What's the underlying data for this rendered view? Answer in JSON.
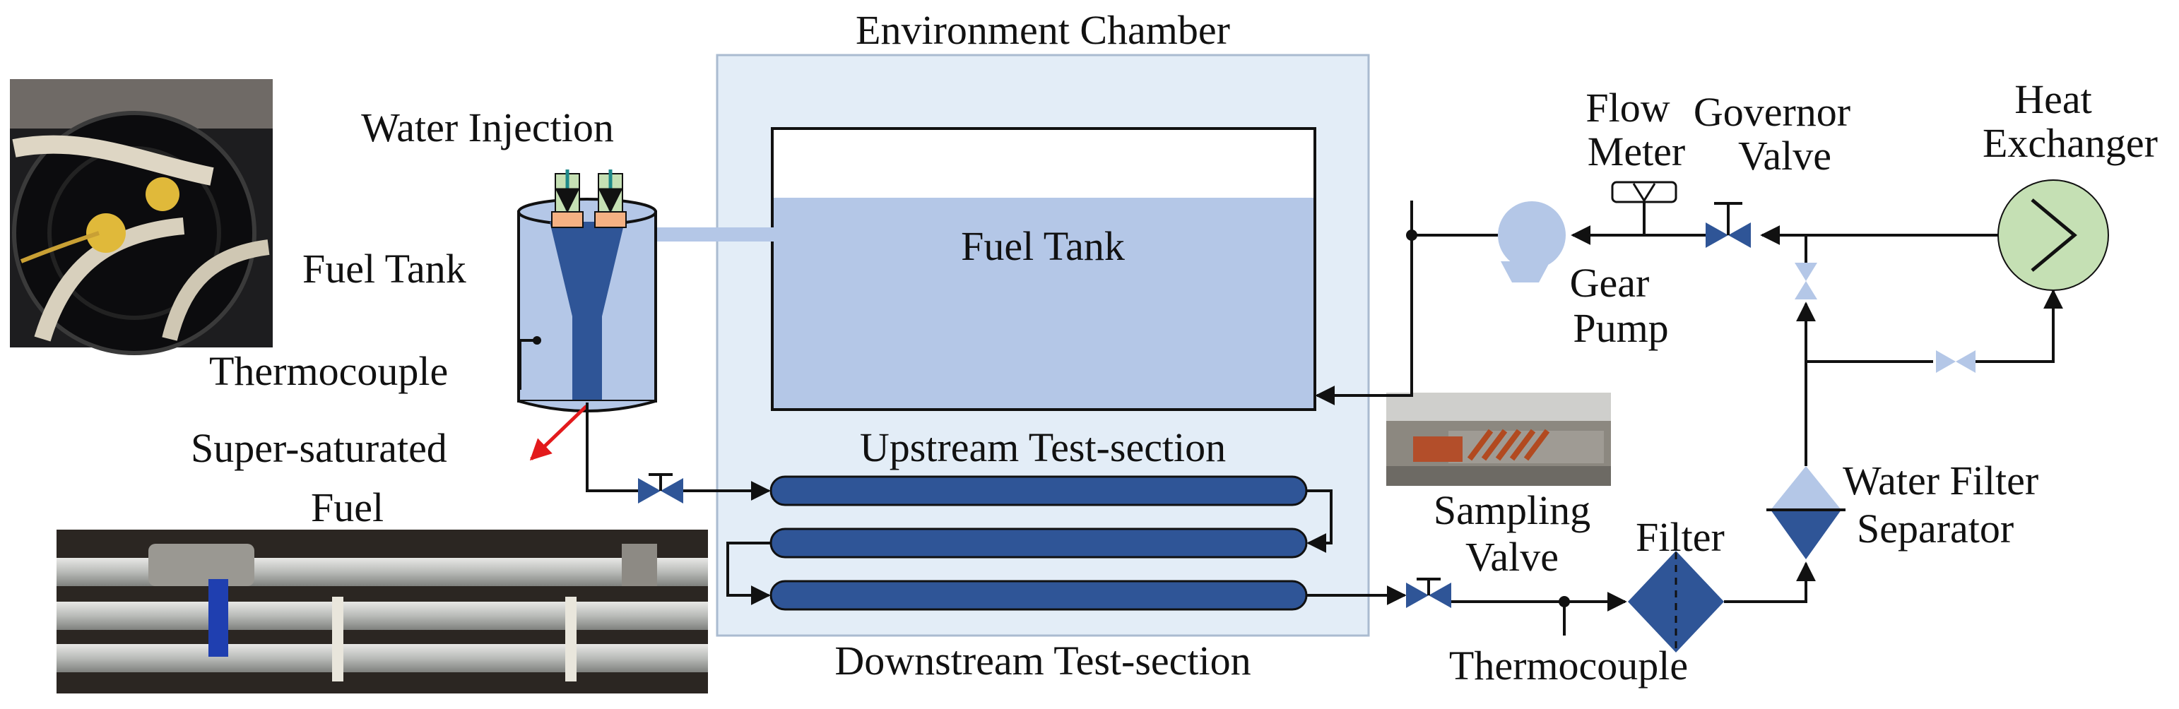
{
  "labels": {
    "environment_chamber": "Environment Chamber",
    "water_injection": "Water Injection",
    "fuel_tank_small": "Fuel Tank",
    "thermocouple_left": "Thermocouple",
    "super_saturated_line1": "Super-saturated",
    "super_saturated_line2": "Fuel",
    "fuel_tank_main": "Fuel Tank",
    "upstream_test_section": "Upstream Test-section",
    "downstream_test_section": "Downstream Test-section",
    "flow_meter_line1": "Flow",
    "flow_meter_line2": "Meter",
    "governor_valve_line1": "Governor",
    "governor_valve_line2": "Valve",
    "heat_exchanger_line1": "Heat",
    "heat_exchanger_line2": "Exchanger",
    "gear_pump_line1": "Gear",
    "gear_pump_line2": "Pump",
    "water_filter_separator_line1": "Water Filter",
    "water_filter_separator_line2": "Separator",
    "sampling_valve_line1": "Sampling",
    "sampling_valve_line2": "Valve",
    "filter": "Filter",
    "thermocouple_right": "Thermocouple"
  },
  "colors": {
    "chamber_fill": "#e3edf7",
    "chamber_border": "#aabbd0",
    "tank_fill": "#b4c7e7",
    "pipe_blue": "#2f5597",
    "light_blue": "#b4c7e7",
    "heat_exchanger": "#c5e0b4",
    "arrow_red": "#e31a1c"
  }
}
